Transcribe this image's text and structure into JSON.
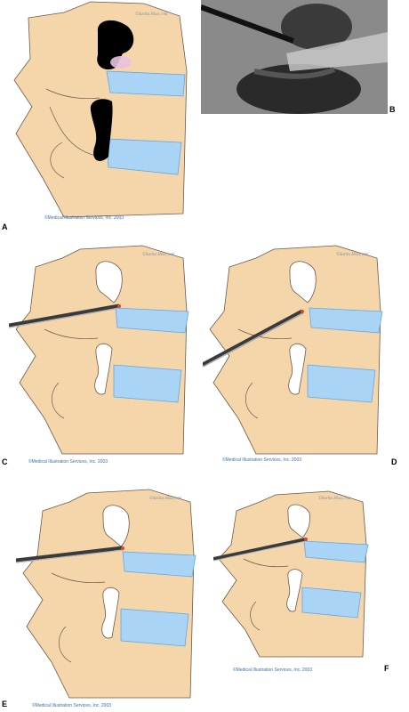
{
  "panels": [
    {
      "id": "A",
      "label": "A",
      "credit": "©Medical Illustration Services, Inc. 2003",
      "signature": "©Sarita Hisa, cmi"
    },
    {
      "id": "B",
      "label": "B",
      "credit": "",
      "signature": ""
    },
    {
      "id": "C",
      "label": "C",
      "credit": "©Medical Illustration Services, Inc. 2003",
      "signature": "©Sarita Hisa, cmi"
    },
    {
      "id": "D",
      "label": "D",
      "credit": "©Medical Illustration Services, Inc. 2003",
      "signature": "©Sarita Hisa, cmi"
    },
    {
      "id": "E",
      "label": "E",
      "credit": "©Medical Illustration Services, Inc. 2003",
      "signature": "©Sarita Hisa, cmi"
    },
    {
      "id": "F",
      "label": "F",
      "credit": "©Medical Illustration Services, Inc. 2003",
      "signature": "©Sarita Hisa, cmi"
    }
  ],
  "colors": {
    "bone": "#f5d6ab",
    "bone_outline": "#6b5a48",
    "disc": "#a9d4f5",
    "disc_dark": "#62a7df",
    "foramen_dark": "#000000",
    "needle": "#3a3a3a",
    "credit_text": "#3a6fb0"
  }
}
